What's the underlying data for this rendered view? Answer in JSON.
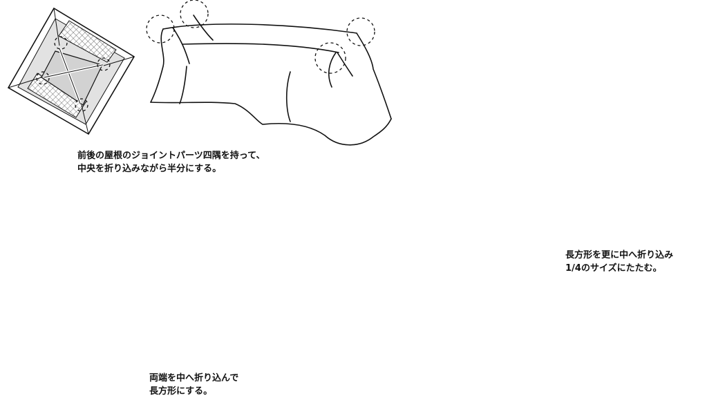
{
  "steps": [
    {
      "id": 1,
      "lines": [
        "前後の屋根のジョイントパーツ四隅を持って、",
        "中央を折り込みながら半分にする。"
      ]
    },
    {
      "id": 2,
      "lines": [
        "両端を中へ折り込んで",
        "長方形にする。"
      ]
    },
    {
      "id": 3,
      "lines": [
        "長方形を更に中へ折り込み",
        "1/4のサイズにたたむ。"
      ]
    }
  ],
  "colors": {
    "arrow": "#e5262b",
    "ink": "#111111",
    "mesh": "#999999",
    "panel": "#dddddd"
  }
}
